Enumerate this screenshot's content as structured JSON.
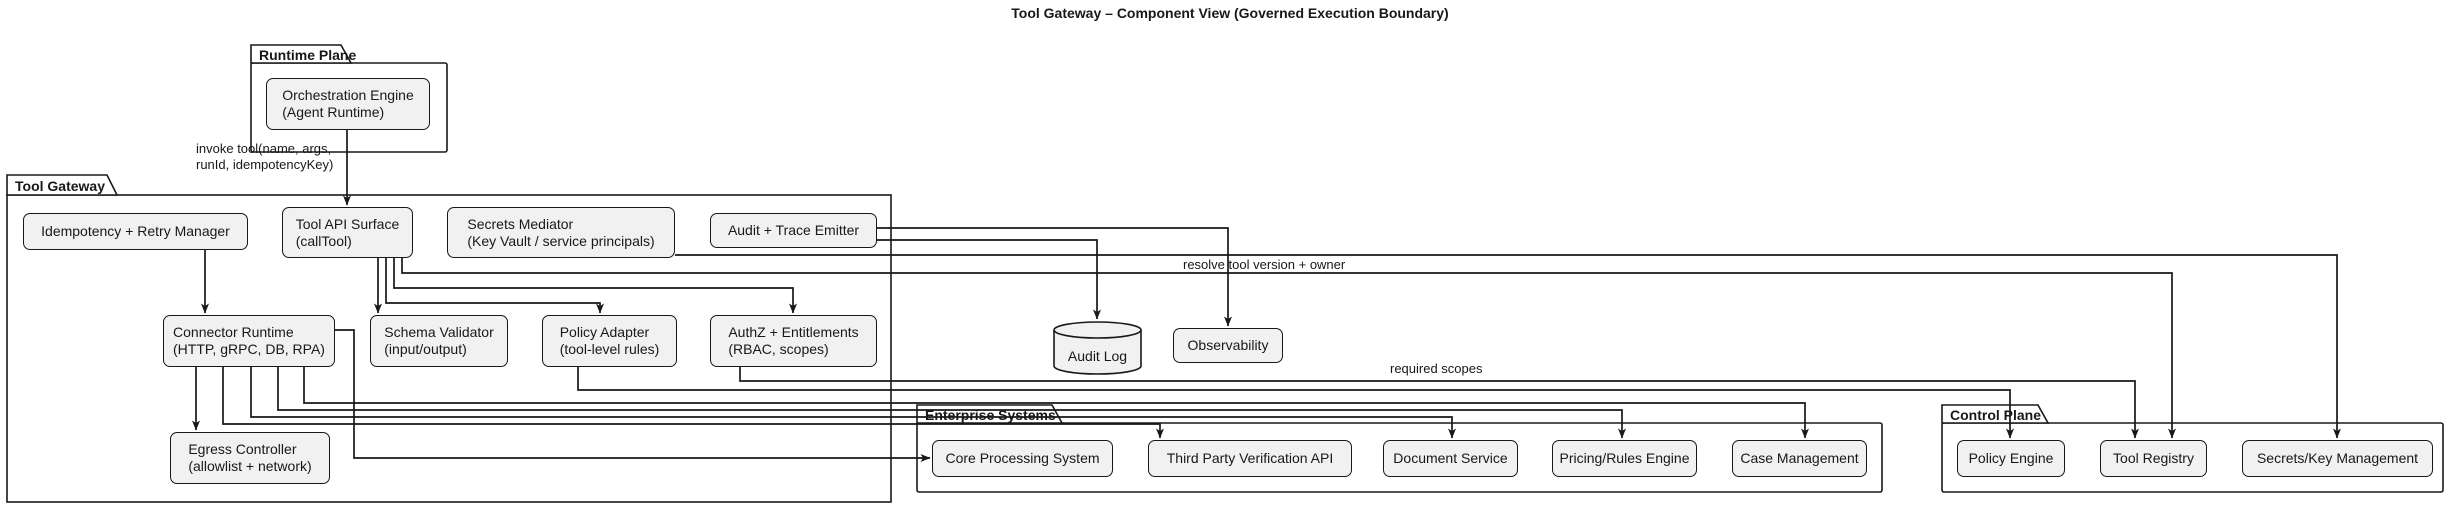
{
  "title": "Tool Gateway – Component View (Governed Execution Boundary)",
  "packages": {
    "runtime_plane": "Runtime Plane",
    "tool_gateway": "Tool Gateway",
    "enterprise_systems": "Enterprise Systems",
    "control_plane": "Control Plane"
  },
  "nodes": {
    "orchestration_engine": {
      "line1": "Orchestration Engine",
      "line2": "(Agent Runtime)"
    },
    "idempotency": {
      "line1": "Idempotency + Retry Manager"
    },
    "tool_api": {
      "line1": "Tool API Surface",
      "line2": "(callTool)"
    },
    "secrets_mediator": {
      "line1": "Secrets Mediator",
      "line2": "(Key Vault / service principals)"
    },
    "audit_trace": {
      "line1": "Audit + Trace Emitter"
    },
    "connector_runtime": {
      "line1": "Connector Runtime",
      "line2": "(HTTP, gRPC, DB, RPA)"
    },
    "schema_validator": {
      "line1": "Schema Validator",
      "line2": "(input/output)"
    },
    "policy_adapter": {
      "line1": "Policy Adapter",
      "line2": "(tool-level rules)"
    },
    "authz": {
      "line1": "AuthZ + Entitlements",
      "line2": "(RBAC, scopes)"
    },
    "egress": {
      "line1": "Egress Controller",
      "line2": "(allowlist + network)"
    },
    "audit_log": {
      "line1": "Audit Log"
    },
    "observability": {
      "line1": "Observability"
    },
    "core_processing": {
      "line1": "Core Processing System"
    },
    "third_party": {
      "line1": "Third Party Verification API"
    },
    "document_service": {
      "line1": "Document Service"
    },
    "pricing_rules": {
      "line1": "Pricing/Rules Engine"
    },
    "case_management": {
      "line1": "Case Management"
    },
    "policy_engine": {
      "line1": "Policy Engine"
    },
    "tool_registry": {
      "line1": "Tool Registry"
    },
    "secrets_key_mgmt": {
      "line1": "Secrets/Key Management"
    }
  },
  "edge_labels": {
    "invoke_line1": "invoke tool(name, args,",
    "invoke_line2": "runId, idempotencyKey)",
    "resolve": "resolve tool version + owner",
    "required_scopes": "required scopes"
  },
  "colors": {
    "node_fill": "#F1F1F1",
    "stroke": "#181818",
    "background": "#FFFFFF"
  }
}
